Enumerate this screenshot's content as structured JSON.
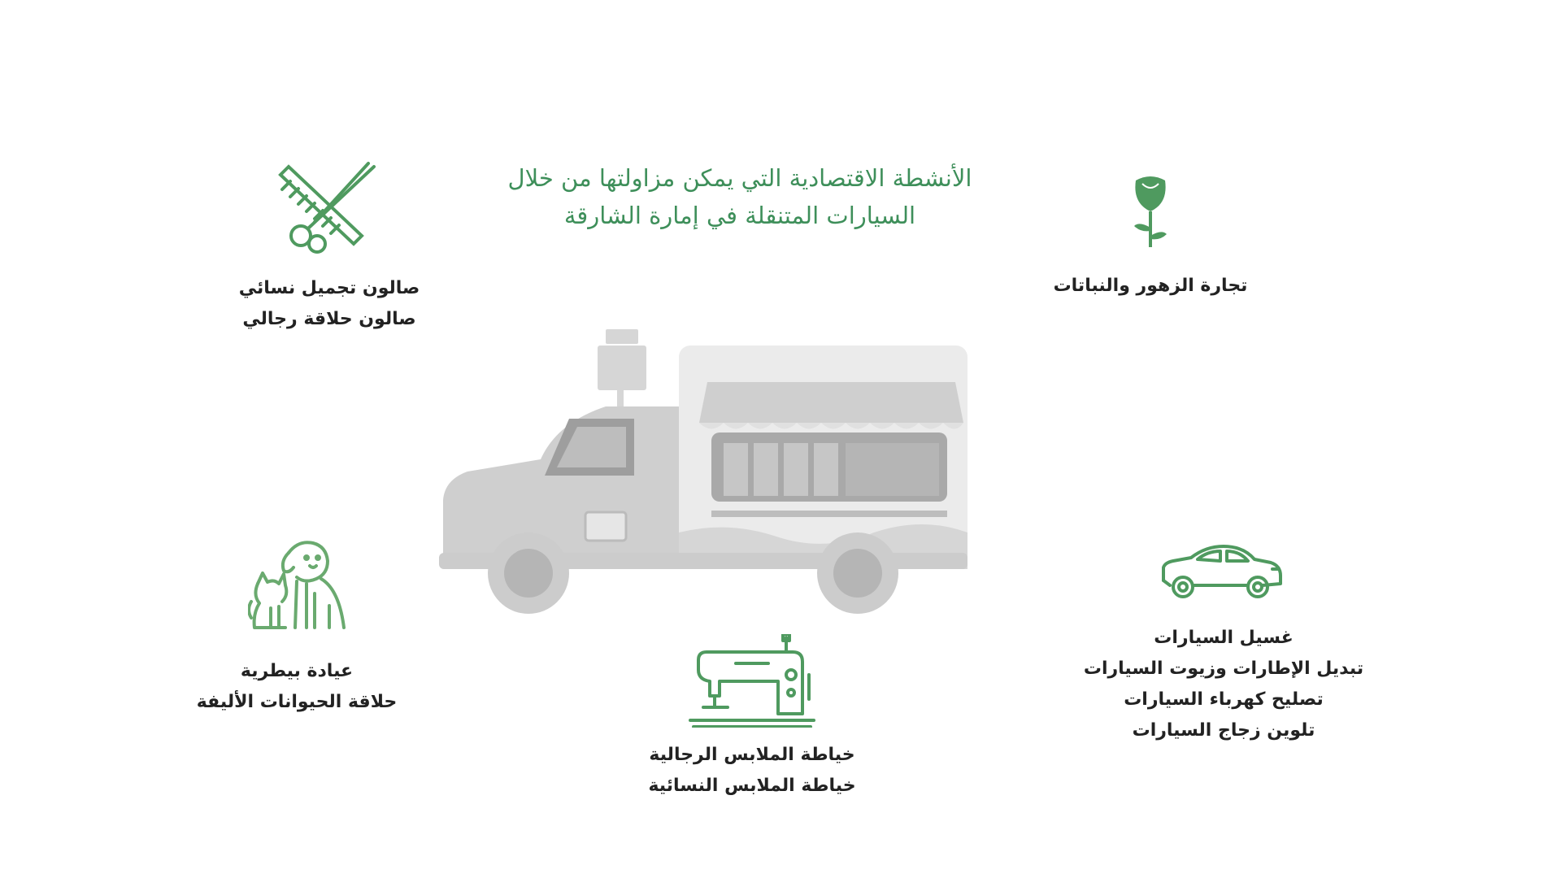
{
  "title": {
    "line1": "الأنشطة الاقتصادية التي يمكن مزاولتها من خلال",
    "line2": "السيارات المتنقلة في إمارة الشارقة"
  },
  "colors": {
    "accent_green": "#3e8f5a",
    "icon_green": "#4f9a5f",
    "truck_gray": "#cfcfcf",
    "text": "#222222"
  },
  "activities": {
    "beauty": {
      "icon": "scissors-comb-icon",
      "lines": [
        "صالون تجميل نسائي",
        "صالون حلاقة رجالي"
      ]
    },
    "flowers": {
      "icon": "rose-icon",
      "lines": [
        "تجارة الزهور والنباتات"
      ]
    },
    "pets": {
      "icon": "dog-cat-icon",
      "lines": [
        "عيادة بيطرية",
        "حلاقة الحيوانات الأليفة"
      ]
    },
    "tailoring": {
      "icon": "sewing-machine-icon",
      "lines": [
        "خياطة الملابس الرجالية",
        "خياطة الملابس النسائية"
      ]
    },
    "cars": {
      "icon": "car-icon",
      "lines": [
        "غسيل السيارات",
        "تبديل الإطارات وزيوت السيارات",
        "تصليح كهرباء السيارات",
        "تلوين زجاج السيارات"
      ]
    }
  },
  "center_image": {
    "icon": "food-truck-icon"
  }
}
